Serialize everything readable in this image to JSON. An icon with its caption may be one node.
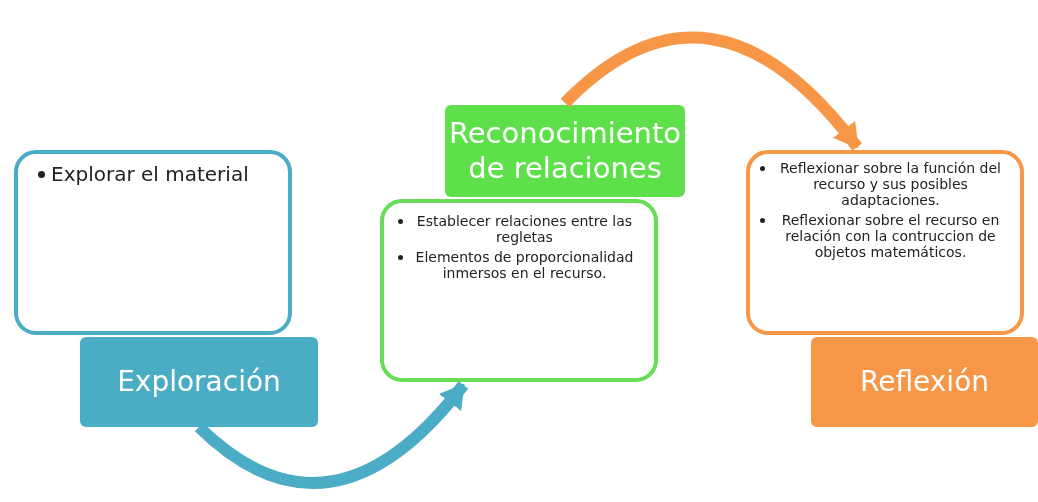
{
  "diagram": {
    "nodes": [
      {
        "text": [
          "Explorar el material"
        ]
      },
      {
        "text": [
          "Exploración"
        ]
      },
      {
        "text": [
          "Establecer relaciones entre las regletas",
          "Elementos de proporcionalidad inmersos en el recurso."
        ]
      },
      {
        "text": [
          "Reconocimiento de relaciones"
        ]
      },
      {
        "text": [
          "Reflexionar sobre la función del recurso y sus posibles adaptaciones.",
          "Reflexionar sobre el recurso en relación con la contruccion de objetos matemáticos."
        ]
      },
      {
        "text": [
          "Reflexión"
        ]
      }
    ],
    "edges": [
      {
        "from": 1,
        "to": 2,
        "arrow": "to",
        "color": "#4bacc6"
      },
      {
        "from": 3,
        "to": 4,
        "arrow": "to",
        "color": "#f79646"
      }
    ]
  }
}
